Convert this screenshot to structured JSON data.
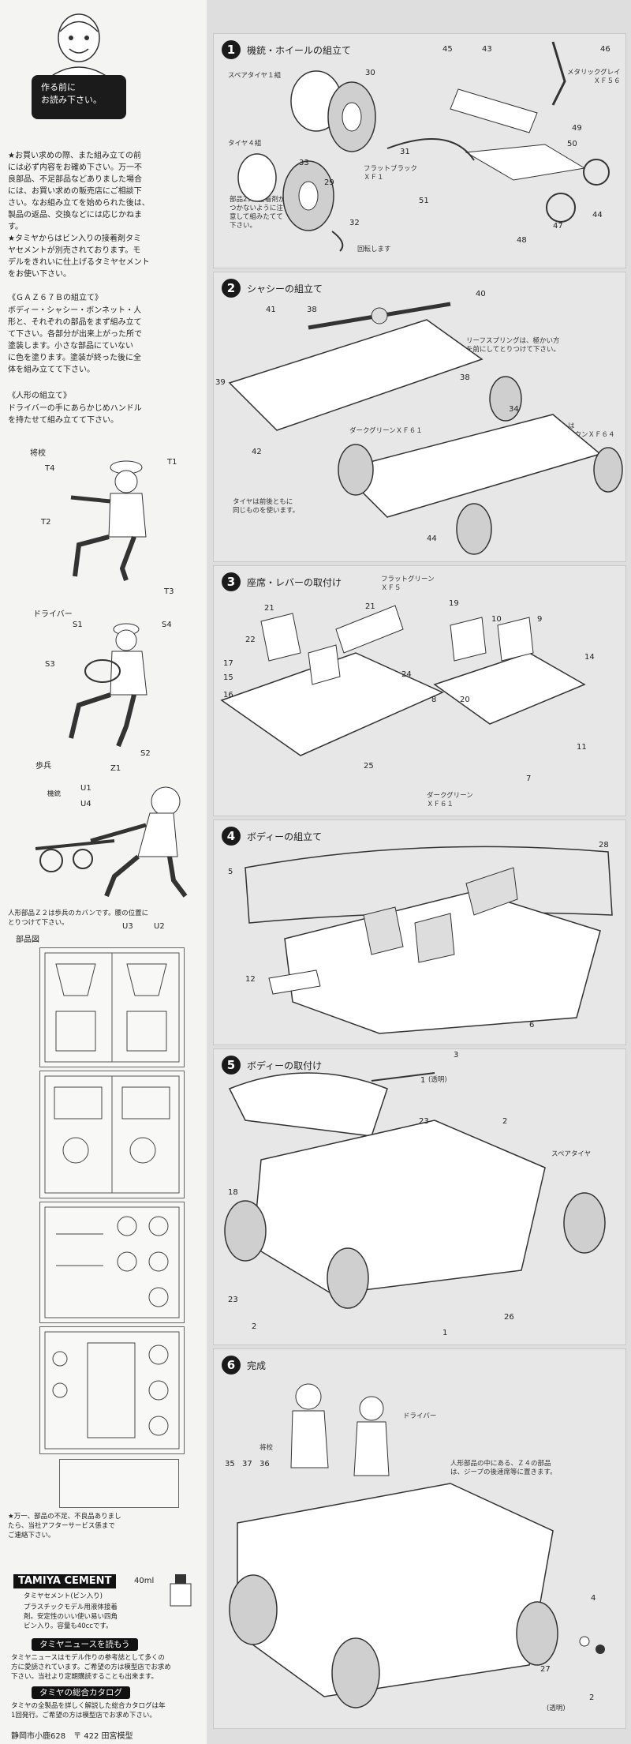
{
  "intro": {
    "bubble": "作る前に\nお読み下さい。",
    "paragraph": "★お買い求めの際、また組み立ての前\nには必ず内容をお確め下さい。万一不\n良部品、不足部品などありました場合\nには、お買い求めの販売店にご相談下\nさい。なお組み立てを始められた後は、\n製品の返品、交換などには応じかねま\nす。\n★タミヤからはビン入りの接着剤タミ\nヤセメントが別売されております。モ\nデルをきれいに仕上げるタミヤセメント\nをお使い下さい。",
    "gaz_title": "《ＧＡＺ６７Ｂの組立て》",
    "gaz_text": "ボディー・シャシー・ボンネット・人\n形と、それぞれの部品をまず組み立て\nて下さい。各部分が出来上がった所で\n塗装します。小さな部品にていない\nに色を塗ります。塗装が終った後に全\n体を組み立てて下さい。",
    "figure_title": "《人形の組立て》",
    "figure_text": "ドライバーの手にあらかじめハンドル\nを持たせて組み立てて下さい。"
  },
  "figures": {
    "officer_label": "将校",
    "driver_label": "ドライバー",
    "soldier_label": "歩兵",
    "gun_label": "機銃",
    "officer_parts": [
      "T4",
      "T1",
      "T2",
      "T3"
    ],
    "driver_parts": [
      "S1",
      "S4",
      "S3",
      "S2"
    ],
    "soldier_parts": [
      "Z1",
      "U1",
      "U4",
      "U3",
      "U2"
    ],
    "note": "人形部品Ｚ２は歩兵のカバンです。腰の位置に\nとりつけて下さい。"
  },
  "parts_map": {
    "title": "部品図"
  },
  "bottom": {
    "warning": "★万一、部品の不足、不良品ありまし\nたら、当社アフターサービス係まで\nご連絡下さい。",
    "cement_logo": "TAMIYA CEMENT",
    "cement_volume": "40ml",
    "cement_name": "タミヤセメント(ビン入り)",
    "cement_text": "プラスチックモデル用液体接着\n剤。安定性のいい使い易い四角\nビン入り。容量も40ccです。",
    "news_title": "タミヤニュースを読もう",
    "news_text": "タミヤニュースはモデル作りの参考誌として多くの\n方に愛読されています。ご希望の方は模型店でお求め\n下さい。当社より定期購読することも出来ます。",
    "catalog_title": "タミヤの総合カタログ",
    "catalog_text": "タミヤの全製品を詳しく解説した総合カタログは年\n1回発行。ご希望の方は模型店でお求め下さい。",
    "address": "静岡市小鹿628　〒 422 田宮模型"
  },
  "steps": [
    {
      "num": "1",
      "title": "機銃・ホイールの組立て"
    },
    {
      "num": "2",
      "title": "シャシーの組立て"
    },
    {
      "num": "3",
      "title": "座席・レバーの取付け"
    },
    {
      "num": "4",
      "title": "ボディーの組立て"
    },
    {
      "num": "5",
      "title": "ボディーの取付け"
    },
    {
      "num": "6",
      "title": "完成"
    }
  ],
  "step1": {
    "spare": "スペアタイヤ１組",
    "tire4": "タイヤ４組",
    "metallic": "メタリックグレイ\nＸＦ５６",
    "flat_black": "フラットブラック\nＸＦ１",
    "note": "部品29に接着剤が\nつかないように注\n意して組みたてて\n下さい。",
    "rotate": "回転します",
    "nums": [
      "30",
      "33",
      "29",
      "32",
      "31",
      "51",
      "45",
      "43",
      "46",
      "49",
      "50",
      "44",
      "47",
      "48"
    ]
  },
  "step2": {
    "leaf": "リーフスプリングは、極かい方\nを前にしてとりつけて下さい。",
    "dark_green": "ダークグリーンＸＦ６１",
    "muffler": "マフラーは\nレッドブラウンＸＦ６４",
    "tire_note": "タイヤは前後ともに\n同じものを使います。",
    "nums": [
      "41",
      "38",
      "40",
      "39",
      "38",
      "42",
      "34",
      "44"
    ]
  },
  "step3": {
    "flat_green": "フラットグリーン\nＸＦ５",
    "dark_green": "ダークグリーン\nＸＦ６１",
    "nums": [
      "21",
      "21",
      "19",
      "22",
      "17",
      "15",
      "16",
      "24",
      "25",
      "10",
      "9",
      "14",
      "8",
      "20",
      "11",
      "7"
    ]
  },
  "step4": {
    "nums": [
      "28",
      "5",
      "12",
      "6"
    ]
  },
  "step5": {
    "transparent": "(透明)",
    "spare_tire": "スペアタイヤ",
    "nums": [
      "3",
      "1",
      "23",
      "2",
      "18",
      "23",
      "2",
      "1",
      "26"
    ]
  },
  "step6": {
    "officer": "将校",
    "driver": "ドライバー",
    "z4_note": "人形部品の中にある、Ｚ４の部品\nは、ジープの後速席等に置きます。",
    "transparent": "(透明)",
    "nums": [
      "35",
      "37",
      "36",
      "4",
      "2",
      "27"
    ]
  }
}
